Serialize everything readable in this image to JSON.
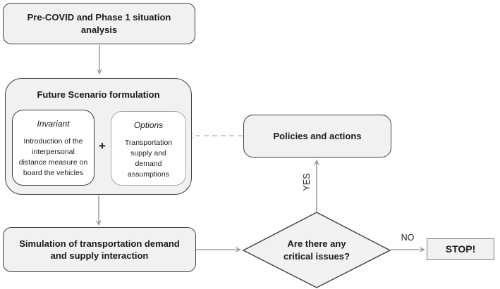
{
  "palette": {
    "background": "#ffffff",
    "box_fill": "#f1f1f1",
    "sub_box_fill": "#ffffff",
    "dark_border": "#404040",
    "light_border": "#a6a6a6",
    "stop_border": "#7f7f7f",
    "arrow": "#8c8c8c",
    "dashed_arrow": "#b3b3b3",
    "text": "#1a1a1a"
  },
  "nodes": {
    "pre_covid": {
      "label": "Pre-COVID and Phase 1 situation analysis"
    },
    "future_scenario": {
      "title": "Future Scenario formulation",
      "invariant": {
        "title": "Invariant",
        "body": "Introduction of the interpersonal distance measure on board the vehicles"
      },
      "plus_sign": "+",
      "options": {
        "title": "Options",
        "body": "Transportation supply and demand assumptions"
      }
    },
    "simulation": {
      "label": "Simulation of transportation demand and supply interaction"
    },
    "decision": {
      "label": "Are there any critical issues?"
    },
    "policies": {
      "label": "Policies and actions"
    },
    "stop": {
      "label": "STOP!"
    }
  },
  "edge_labels": {
    "yes": "YES",
    "no": "NO"
  }
}
